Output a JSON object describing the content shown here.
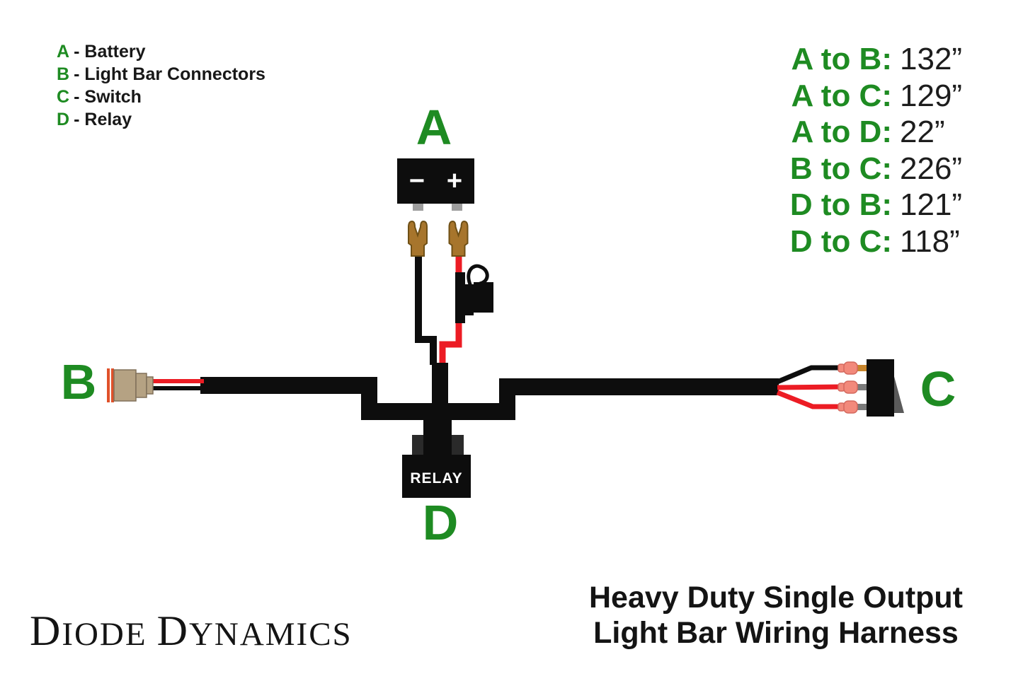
{
  "colors": {
    "accent_green": "#1e8b22",
    "harness_black": "#0d0d0d",
    "wire_red": "#ec1c24",
    "connector_tan": "#b5a283",
    "connector_seal_orange": "#e0512a",
    "spade_terminal_copper": "#a7752c",
    "switch_terminal_pink": "#f2897b",
    "terminal_tab_amber": "#c8862d",
    "terminal_tab_gray": "#7a7a7a",
    "relay_collar_gray": "#2a2a2a",
    "battery_tab_gray": "#9e9e9e",
    "switch_wedge_gray": "#5a5a5a"
  },
  "legend": {
    "separator": "-",
    "items": [
      {
        "letter": "A",
        "label": "Battery"
      },
      {
        "letter": "B",
        "label": "Light Bar Connectors"
      },
      {
        "letter": "C",
        "label": "Switch"
      },
      {
        "letter": "D",
        "label": "Relay"
      }
    ]
  },
  "measurements": {
    "items": [
      {
        "label": "A to B:",
        "value": "132”"
      },
      {
        "label": "A to C:",
        "value": "129”"
      },
      {
        "label": "A to D:",
        "value": "22”"
      },
      {
        "label": "B to C:",
        "value": "226”"
      },
      {
        "label": "D to B:",
        "value": "121”"
      },
      {
        "label": "D to C:",
        "value": "118”"
      }
    ]
  },
  "diagram": {
    "labels": {
      "battery": "A",
      "lightbar": "B",
      "switch": "C",
      "relay": "D"
    },
    "relay_text": "RELAY",
    "battery": {
      "minus": "−",
      "plus": "+"
    }
  },
  "logo": {
    "d1": "D",
    "iode": "IODE",
    "d2": "D",
    "ynamics": "YNAMICS"
  },
  "title": {
    "line1": "Heavy Duty Single Output",
    "line2": "Light Bar Wiring Harness"
  }
}
